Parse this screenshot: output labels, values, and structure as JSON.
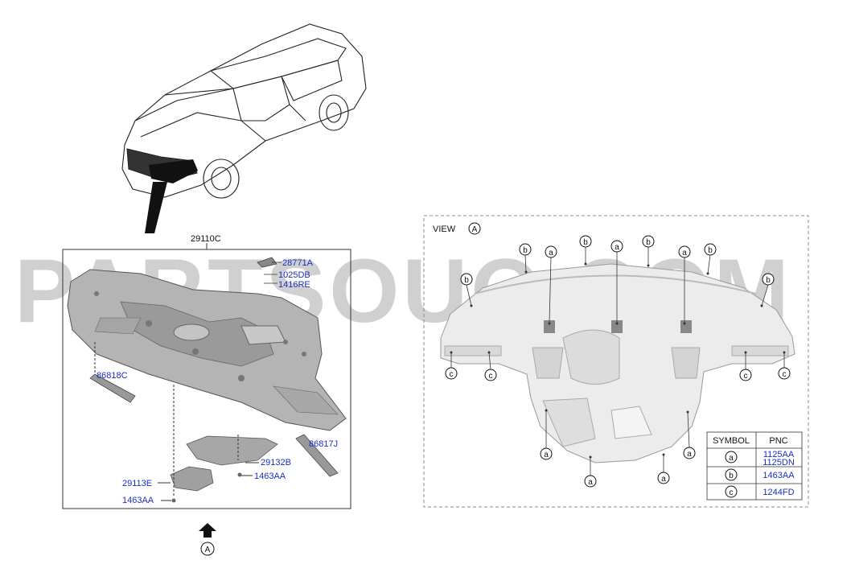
{
  "watermark": "PARTSOUQ.COM",
  "left_panel": {
    "assembly_label": "29110C",
    "callouts": {
      "p28771A": "28771A",
      "p1025DB": "1025DB",
      "p1416RE": "1416RE",
      "p86818C": "86818C",
      "p86817J": "86817J",
      "p29132B": "29132B",
      "p29113E": "29113E",
      "p1463AA_a": "1463AA",
      "p1463AA_b": "1463AA"
    },
    "view_marker": "A"
  },
  "view_panel": {
    "title": "VIEW",
    "title_marker": "A",
    "symbol_letters": {
      "a": "a",
      "b": "b",
      "c": "c"
    },
    "legend": {
      "header_symbol": "SYMBOL",
      "header_pnc": "PNC",
      "rows": [
        {
          "symbol": "a",
          "pnc": [
            "1125AA",
            "1125DN"
          ]
        },
        {
          "symbol": "b",
          "pnc": [
            "1463AA"
          ]
        },
        {
          "symbol": "c",
          "pnc": [
            "1244FD"
          ]
        }
      ]
    }
  }
}
